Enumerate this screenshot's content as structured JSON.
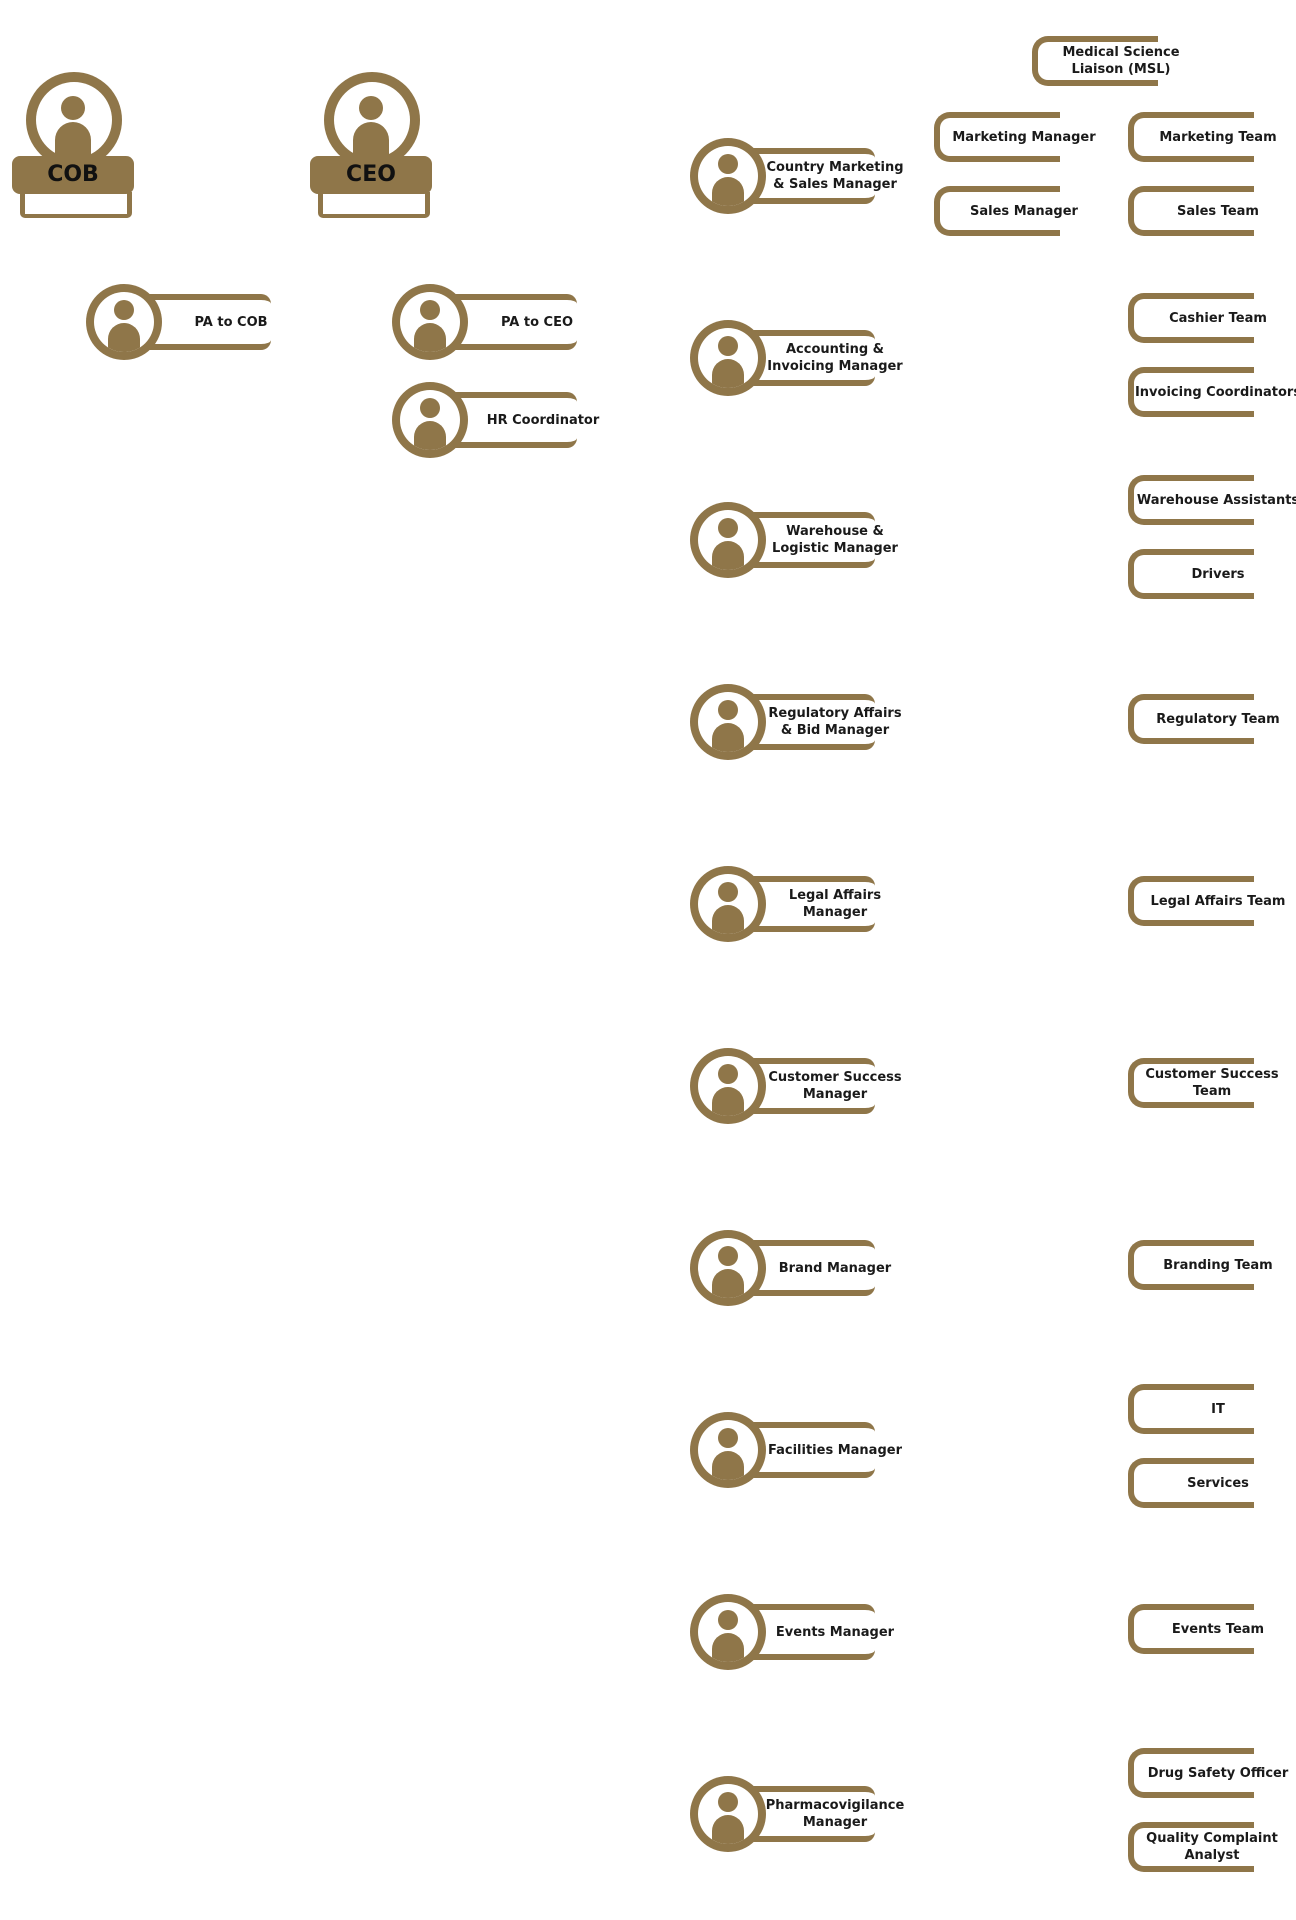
{
  "executives": [
    {
      "id": "cob",
      "label": "COB"
    },
    {
      "id": "ceo",
      "label": "CEO"
    }
  ],
  "assistants": [
    {
      "id": "pa-cob",
      "label": "PA to COB"
    },
    {
      "id": "pa-ceo",
      "label": "PA to CEO"
    },
    {
      "id": "hr",
      "label": "HR Coordinator"
    }
  ],
  "managers": [
    {
      "label": "Country Marketing & Sales Manager"
    },
    {
      "label": "Accounting & Invoicing Manager"
    },
    {
      "label": "Warehouse & Logistic Manager"
    },
    {
      "label": "Regulatory Affairs & Bid Manager"
    },
    {
      "label": "Legal Affairs Manager"
    },
    {
      "label": "Customer Success Manager"
    },
    {
      "label": "Brand Manager"
    },
    {
      "label": "Facilities Manager"
    },
    {
      "label": "Events Manager"
    },
    {
      "label": "Pharmacovigilance Manager"
    }
  ],
  "sub_managers": [
    {
      "label": "Medical Science Liaison (MSL)"
    },
    {
      "label": "Marketing Manager"
    },
    {
      "label": "Sales Manager"
    }
  ],
  "teams": [
    {
      "label": "Marketing Team"
    },
    {
      "label": "Sales Team"
    },
    {
      "label": "Cashier Team"
    },
    {
      "label": "Invoicing Coordinators"
    },
    {
      "label": "Warehouse Assistants"
    },
    {
      "label": "Drivers"
    },
    {
      "label": "Regulatory Team"
    },
    {
      "label": "Legal Affairs Team"
    },
    {
      "label": "Customer Success Team"
    },
    {
      "label": "Branding Team"
    },
    {
      "label": "IT"
    },
    {
      "label": "Services"
    },
    {
      "label": "Events Team"
    },
    {
      "label": "Drug Safety Officer"
    },
    {
      "label": "Quality Complaint Analyst"
    }
  ],
  "colors": {
    "accent": "#8f7649"
  }
}
